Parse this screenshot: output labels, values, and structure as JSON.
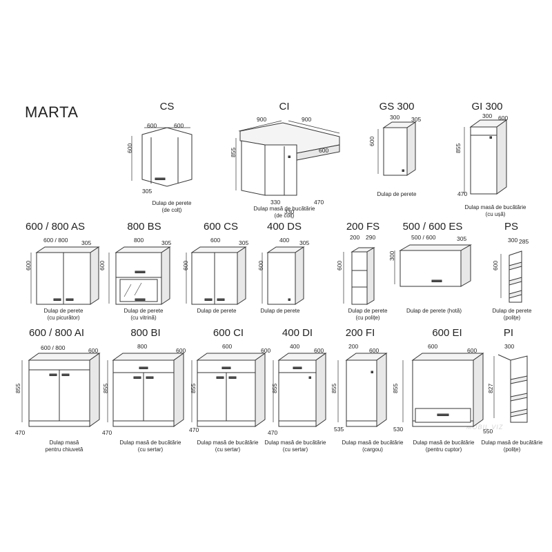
{
  "brand": "MARTA",
  "watermark": "MOBIL VIZ",
  "items": [
    {
      "code": "CS",
      "caption": [
        "Dulap de perete",
        "(de colț)"
      ],
      "dims": [
        "600",
        "600",
        "600",
        "305"
      ]
    },
    {
      "code": "CI",
      "caption": [
        "Dulap masă de bucătărie",
        "(de colț)"
      ],
      "dims": [
        "900",
        "900",
        "855",
        "330",
        "330",
        "470",
        "600"
      ]
    },
    {
      "code": "GS 300",
      "caption": [
        "Dulap de perete"
      ],
      "dims": [
        "300",
        "305",
        "600"
      ]
    },
    {
      "code": "GI 300",
      "caption": [
        "Dulap masă de bucătărie",
        "(cu ușă)"
      ],
      "dims": [
        "300",
        "600",
        "855",
        "470"
      ]
    },
    {
      "code": "600 / 800 AS",
      "caption": [
        "Dulap de perete",
        "(cu picurător)"
      ],
      "dims": [
        "600 / 800",
        "305",
        "600"
      ]
    },
    {
      "code": "800 BS",
      "caption": [
        "Dulap de perete",
        "(cu vitrină)"
      ],
      "dims": [
        "800",
        "305",
        "600"
      ]
    },
    {
      "code": "600 CS",
      "caption": [
        "Dulap de perete"
      ],
      "dims": [
        "600",
        "305",
        "600"
      ]
    },
    {
      "code": "400 DS",
      "caption": [
        "Dulap de perete"
      ],
      "dims": [
        "400",
        "305",
        "600"
      ]
    },
    {
      "code": "200 FS",
      "caption": [
        "Dulap de perete",
        "(cu polițe)"
      ],
      "dims": [
        "200",
        "290",
        "600"
      ]
    },
    {
      "code": "500 / 600 ES",
      "caption": [
        "Dulap de perete (hotă)"
      ],
      "dims": [
        "500 / 600",
        "305",
        "300"
      ]
    },
    {
      "code": "PS",
      "caption": [
        "Dulap de perete",
        "(poliţe)"
      ],
      "dims": [
        "300",
        "285",
        "600"
      ]
    },
    {
      "code": "600 / 800 AI",
      "caption": [
        "Dulap masă",
        "pentru chiuvetă"
      ],
      "dims": [
        "600 / 800",
        "600",
        "855",
        "470"
      ]
    },
    {
      "code": "800 BI",
      "caption": [
        "Dulap masă de bucătărie",
        "(cu sertar)"
      ],
      "dims": [
        "800",
        "600",
        "855",
        "470"
      ]
    },
    {
      "code": "600 CI",
      "caption": [
        "Dulap masă de bucătărie",
        "(cu sertar)"
      ],
      "dims": [
        "600",
        "600",
        "855",
        "470"
      ]
    },
    {
      "code": "400 DI",
      "caption": [
        "Dulap masă de bucătărie",
        "(cu sertar)"
      ],
      "dims": [
        "400",
        "600",
        "855",
        "470"
      ]
    },
    {
      "code": "200 FI",
      "caption": [
        "Dulap masă de bucătărie",
        "(cargou)"
      ],
      "dims": [
        "200",
        "600",
        "855",
        "535"
      ]
    },
    {
      "code": "600 EI",
      "caption": [
        "Dulap masă de bucătărie",
        "(pentru cuptor)"
      ],
      "dims": [
        "600",
        "600",
        "855",
        "530"
      ]
    },
    {
      "code": "PI",
      "caption": [
        "Dulap masă de bucătărie",
        "(polițe)"
      ],
      "dims": [
        "300",
        "827",
        "550"
      ]
    }
  ]
}
